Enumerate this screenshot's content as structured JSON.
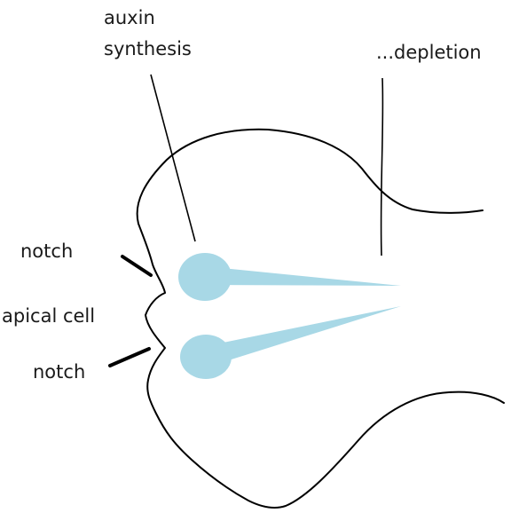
{
  "labels": {
    "auxin": "auxin",
    "synthesis": "synthesis",
    "depletion": "...depletion",
    "notch_top": "notch",
    "apical_cell": "apical cell",
    "notch_bottom": "notch"
  },
  "colors": {
    "auxin_gradient": "#a8d8e6",
    "outline": "#000000",
    "text": "#1a1a1a"
  }
}
